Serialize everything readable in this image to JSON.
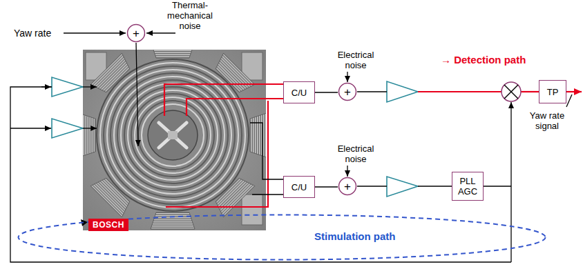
{
  "diagram": {
    "nodes": [
      {
        "text": [
          "+"
        ]
      },
      {
        "text": [
          "C/U"
        ]
      },
      {
        "text": [
          "+"
        ]
      },
      {
        "text": [
          "TP"
        ]
      },
      {
        "text": [
          "C/U"
        ]
      },
      {
        "text": [
          "+"
        ]
      },
      {
        "text": [
          "PLL AGC"
        ]
      },
      {
        "text": [
          "Stimulation path"
        ]
      },
      {
        "text": [
          "BOSCH"
        ]
      }
    ],
    "edges": [
      {
        "from": 1,
        "to": 2,
        "arrow": "none"
      },
      {
        "from": 4,
        "to": 5,
        "arrow": "none"
      }
    ],
    "labels": [
      "Yaw rate",
      "Thermal- mechanical noise",
      "Electrical noise",
      "→ Detection path",
      "Yaw rate signal",
      "Electrical noise"
    ]
  }
}
